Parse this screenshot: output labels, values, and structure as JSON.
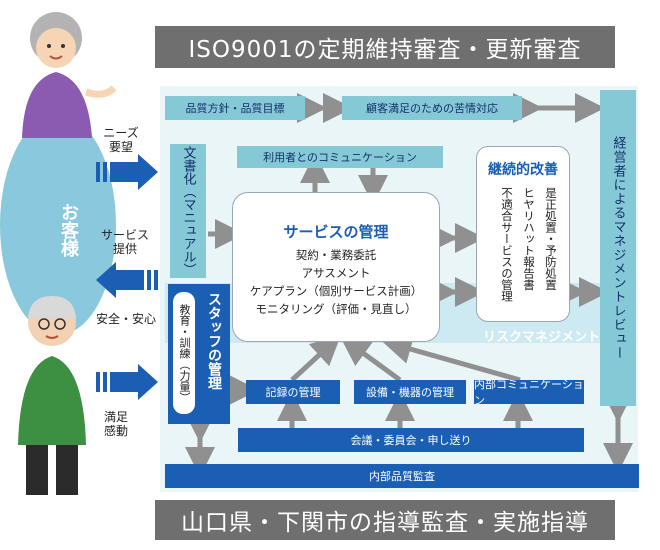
{
  "title_top": "ISO9001の定期維持審査・更新審査",
  "title_bottom": "山口県・下関市の指導監査・実施指導",
  "customer": {
    "label": "お客様",
    "needs": "ニーズ要望",
    "service": "サービス提供",
    "safety": "安全・安心",
    "satisfaction": "満足感動"
  },
  "policy": "品質方針・品質目標",
  "complaint": "顧客満足のための苦情対応",
  "communication_user": "利用者とのコミュニケーション",
  "documentation": "文書化（マニュアル）",
  "management_review": "経営者によるマネジメントレビュー",
  "service_mgmt": {
    "title": "サービスの管理",
    "items": [
      "契約・業務委託",
      "アサスメント",
      "ケアプラン（個別サービス計画）",
      "モニタリング（評価・見直し）"
    ]
  },
  "improvement": {
    "title": "継続的改善",
    "items": [
      "是正処置・予防処置",
      "ヒヤリハット報告書",
      "不適合サービスの管理"
    ]
  },
  "risk_mgmt": "リスクマネジメント",
  "staff_mgmt": "スタッフの管理",
  "training": "教育・訓練（力量）",
  "records": "記録の管理",
  "equipment": "設備・機器の管理",
  "internal_comm": "内部コミュニケーション",
  "meetings": "会議・委員会・申し送り",
  "internal_audit": "内部品質監査",
  "colors": {
    "dark_blue": "#1a5fb4",
    "light_blue": "#86c9d6",
    "band": "#cde9f1",
    "grey": "#6f6f6f",
    "arrow_grey": "#909090"
  }
}
